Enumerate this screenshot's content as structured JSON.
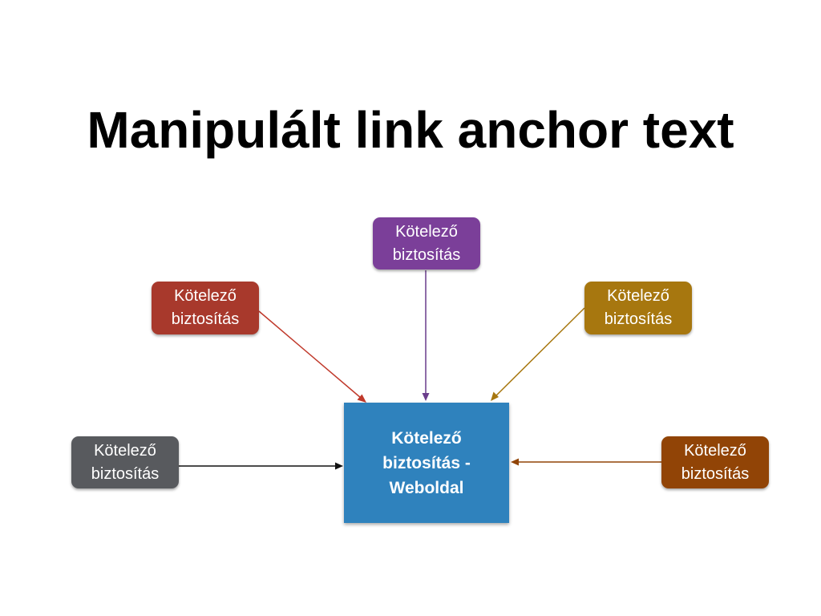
{
  "title": "Manipulált link anchor text",
  "colors": {
    "top": "#7b3f99",
    "upper_left": "#a8392c",
    "upper_right": "#a7770f",
    "left": "#585a5e",
    "right": "#914406",
    "target": "#2f82bd"
  },
  "target": {
    "lines": [
      "Kötelező",
      "biztosítás -",
      "Weboldal"
    ]
  },
  "sources": {
    "top": {
      "lines": [
        "Kötelező",
        "biztosítás"
      ]
    },
    "upper_left": {
      "lines": [
        "Kötelező",
        "biztosítás"
      ]
    },
    "upper_right": {
      "lines": [
        "Kötelező",
        "biztosítás"
      ]
    },
    "left": {
      "lines": [
        "Kötelező",
        "biztosítás"
      ]
    },
    "right": {
      "lines": [
        "Kötelező",
        "biztosítás"
      ]
    }
  }
}
